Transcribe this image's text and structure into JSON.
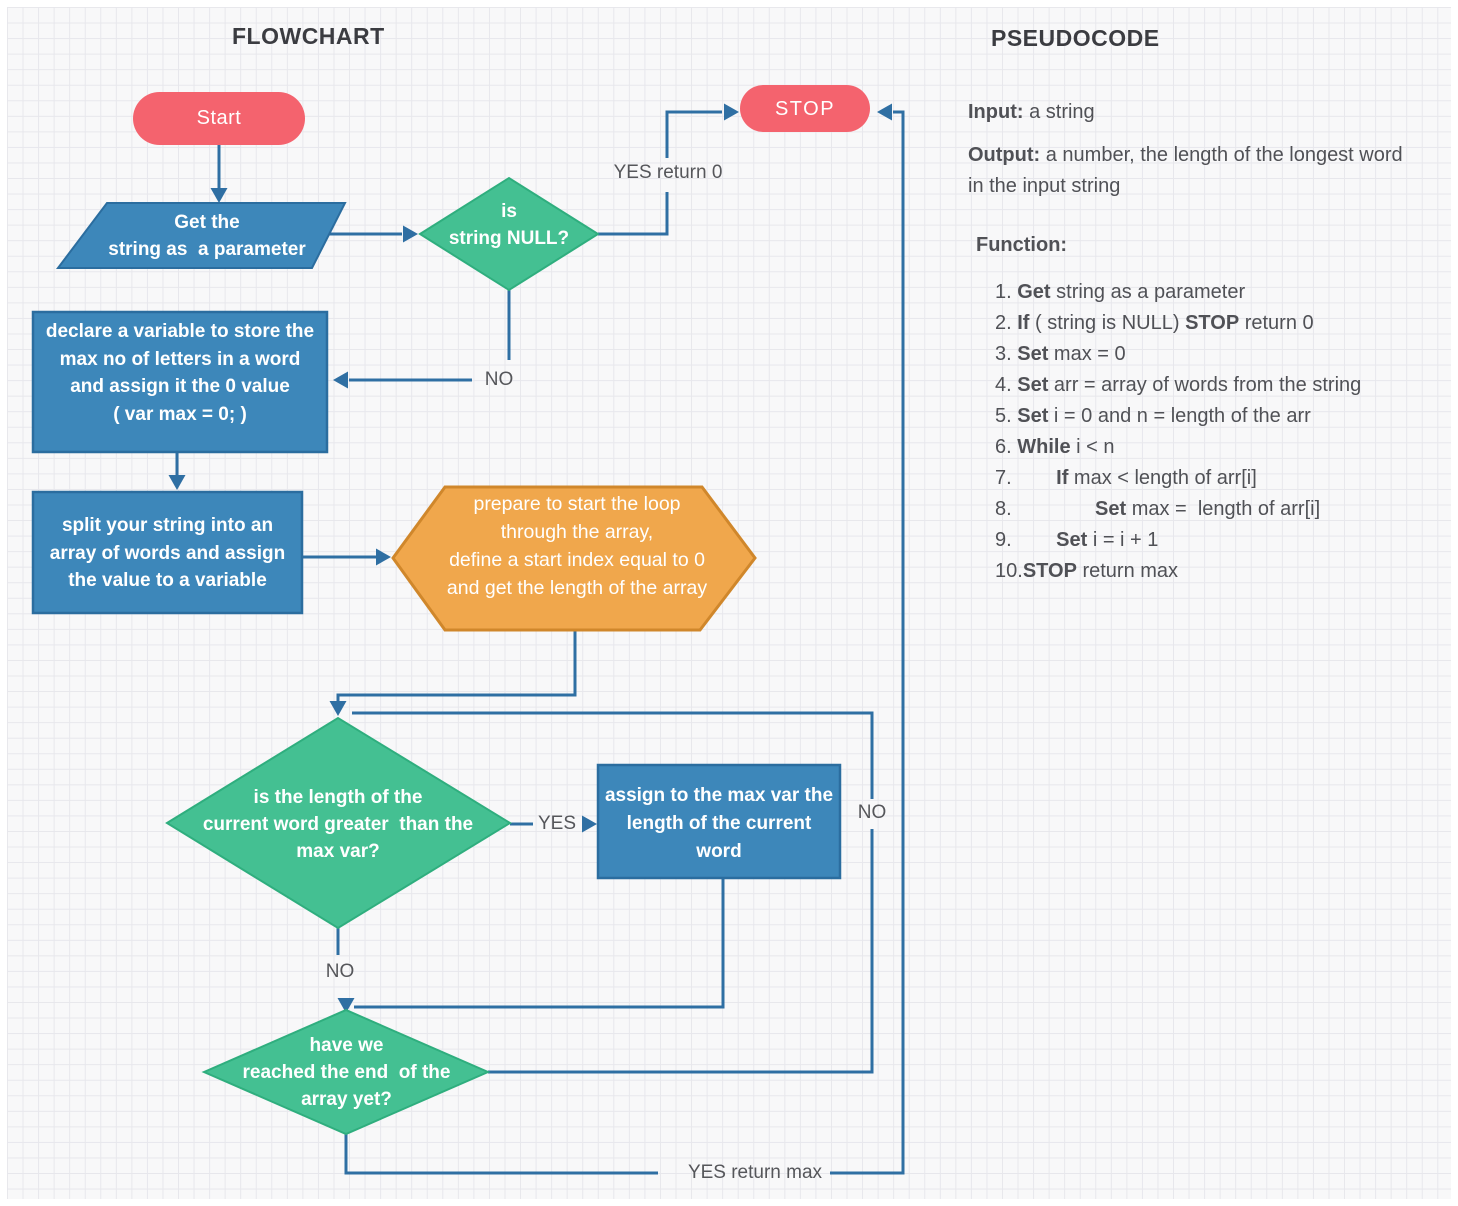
{
  "titles": {
    "flowchart": "FLOWCHART",
    "pseudocode": "PSEUDOCODE"
  },
  "flowchart": {
    "start": "Start",
    "stop": "STOP",
    "get_string": "Get the\nstring as  a parameter",
    "is_null": "is\nstring NULL?",
    "declare": "declare a variable to store the\nmax no of letters in a word\nand assign it the 0 value\n( var max = 0; )",
    "split": "split your string into an\narray of words and assign\nthe value to a variable",
    "prepare": "prepare to start the loop\nthrough the array,\ndefine a start index equal to 0\nand get the length of the array",
    "is_longer": "is the length of the\ncurrent word greater  than the\nmax var?",
    "assign": "assign to the max var the\nlength of the current\nword",
    "reached_end": "have we\nreached the end  of the\narray yet?",
    "labels": {
      "yes_return_0": "YES return 0",
      "no_to_declare": "NO",
      "yes_to_assign": "YES",
      "no_loop": "NO",
      "no_down": "NO",
      "yes_return_max": "YES return max"
    }
  },
  "pseudocode": {
    "input_label": "Input:",
    "input_text": " a string",
    "output_label": "Output:",
    "output_text": " a number, the length of the longest word in the input string",
    "function_label": "Function:",
    "steps": [
      [
        [
          "n",
          "1. "
        ],
        [
          "b",
          "Get"
        ],
        [
          "n",
          " string as a parameter"
        ]
      ],
      [
        [
          "n",
          "2. "
        ],
        [
          "b",
          "If"
        ],
        [
          "n",
          " ( string is NULL) "
        ],
        [
          "b",
          "STOP"
        ],
        [
          "n",
          " return 0"
        ]
      ],
      [
        [
          "n",
          "3. "
        ],
        [
          "b",
          "Set"
        ],
        [
          "n",
          " max = 0"
        ]
      ],
      [
        [
          "n",
          "4. "
        ],
        [
          "b",
          "Set"
        ],
        [
          "n",
          " arr = array of words from the string"
        ]
      ],
      [
        [
          "n",
          "5. "
        ],
        [
          "b",
          "Set"
        ],
        [
          "n",
          " i = 0 and n = length of the arr"
        ]
      ],
      [
        [
          "n",
          "6. "
        ],
        [
          "b",
          "While"
        ],
        [
          "n",
          " i < n"
        ]
      ],
      [
        [
          "n",
          "7.        "
        ],
        [
          "b",
          "If"
        ],
        [
          "n",
          " max < length of arr[i]"
        ]
      ],
      [
        [
          "n",
          "8.               "
        ],
        [
          "b",
          "Set"
        ],
        [
          "n",
          " max =  length of arr[i]"
        ]
      ],
      [
        [
          "n",
          "9.        "
        ],
        [
          "b",
          "Set"
        ],
        [
          "n",
          " i = i + 1"
        ]
      ],
      [
        [
          "n",
          "10."
        ],
        [
          "b",
          "STOP"
        ],
        [
          "n",
          " return max"
        ]
      ]
    ]
  },
  "colors": {
    "node_blue": "#3d87ba",
    "node_green": "#44c092",
    "node_orange": "#f0a74c",
    "node_red": "#f4636e",
    "connector_blue": "#2f6fa3"
  }
}
